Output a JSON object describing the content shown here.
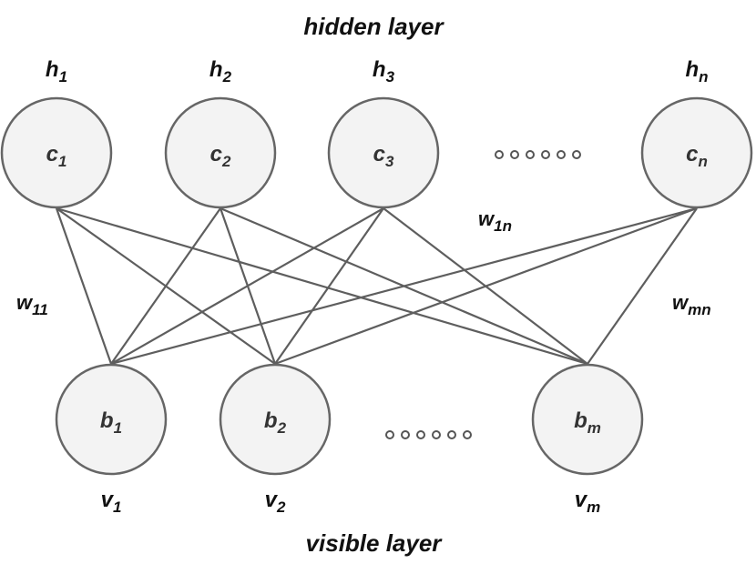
{
  "titles": {
    "hidden": "hidden layer",
    "visible": "visible layer"
  },
  "hidden_units": [
    {
      "outer_base": "h",
      "outer_sub": "1",
      "inner_base": "c",
      "inner_sub": "1"
    },
    {
      "outer_base": "h",
      "outer_sub": "2",
      "inner_base": "c",
      "inner_sub": "2"
    },
    {
      "outer_base": "h",
      "outer_sub": "3",
      "inner_base": "c",
      "inner_sub": "3"
    },
    {
      "outer_base": "h",
      "outer_sub": "n",
      "inner_base": "c",
      "inner_sub": "n"
    }
  ],
  "visible_units": [
    {
      "outer_base": "v",
      "outer_sub": "1",
      "inner_base": "b",
      "inner_sub": "1"
    },
    {
      "outer_base": "v",
      "outer_sub": "2",
      "inner_base": "b",
      "inner_sub": "2"
    },
    {
      "outer_base": "v",
      "outer_sub": "m",
      "inner_base": "b",
      "inner_sub": "m"
    }
  ],
  "weights": {
    "w11": {
      "base": "w",
      "sub": "11"
    },
    "w1n": {
      "base": "w",
      "sub": "1n"
    },
    "wmn": {
      "base": "w",
      "sub": "mn"
    }
  },
  "edges_fully_connected": true,
  "colors": {
    "node_fill": "#f3f3f3",
    "node_stroke": "#666666",
    "edge": "#5e5e5e",
    "text": "#111111"
  }
}
